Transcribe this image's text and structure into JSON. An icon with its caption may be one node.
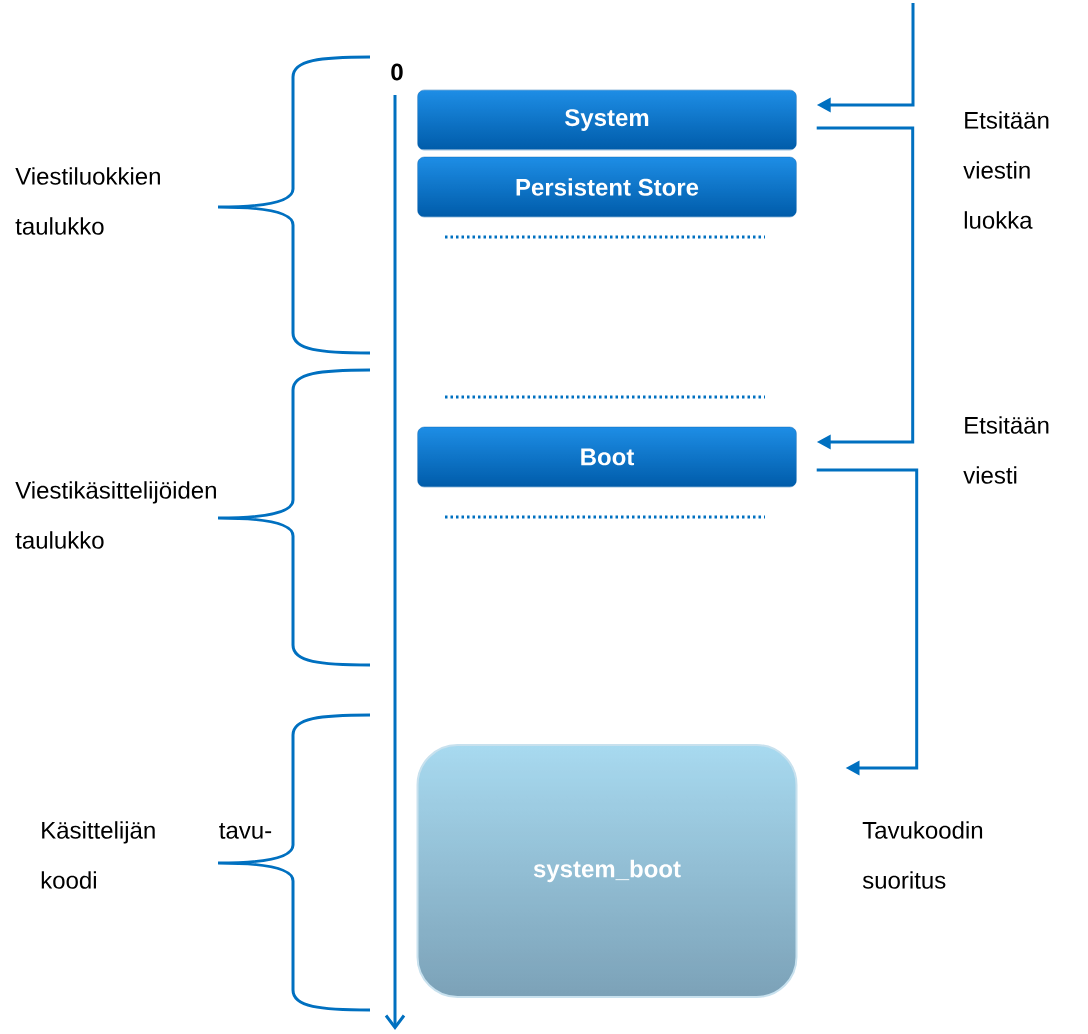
{
  "diagram": {
    "nodes": [
      {
        "text": [
          "System"
        ]
      },
      {
        "text": [
          "Persistent Store"
        ]
      },
      {
        "text": [
          "Boot"
        ]
      },
      {
        "text": [
          "system_boot"
        ]
      }
    ],
    "edges": [
      {
        "from": null,
        "to": 0,
        "arrow": "to"
      },
      {
        "from": 0,
        "to": 2,
        "arrow": "to"
      },
      {
        "from": 2,
        "to": 3,
        "arrow": "to"
      }
    ],
    "labels": [
      "0",
      "Viestiluokkien taulukko",
      "Etsitään viestin luokka",
      "Viestikäsittelijöiden taulukko",
      "Etsitään viesti",
      "Käsittelijän tavu- koodi",
      "Tavukoodin suoritus"
    ]
  }
}
